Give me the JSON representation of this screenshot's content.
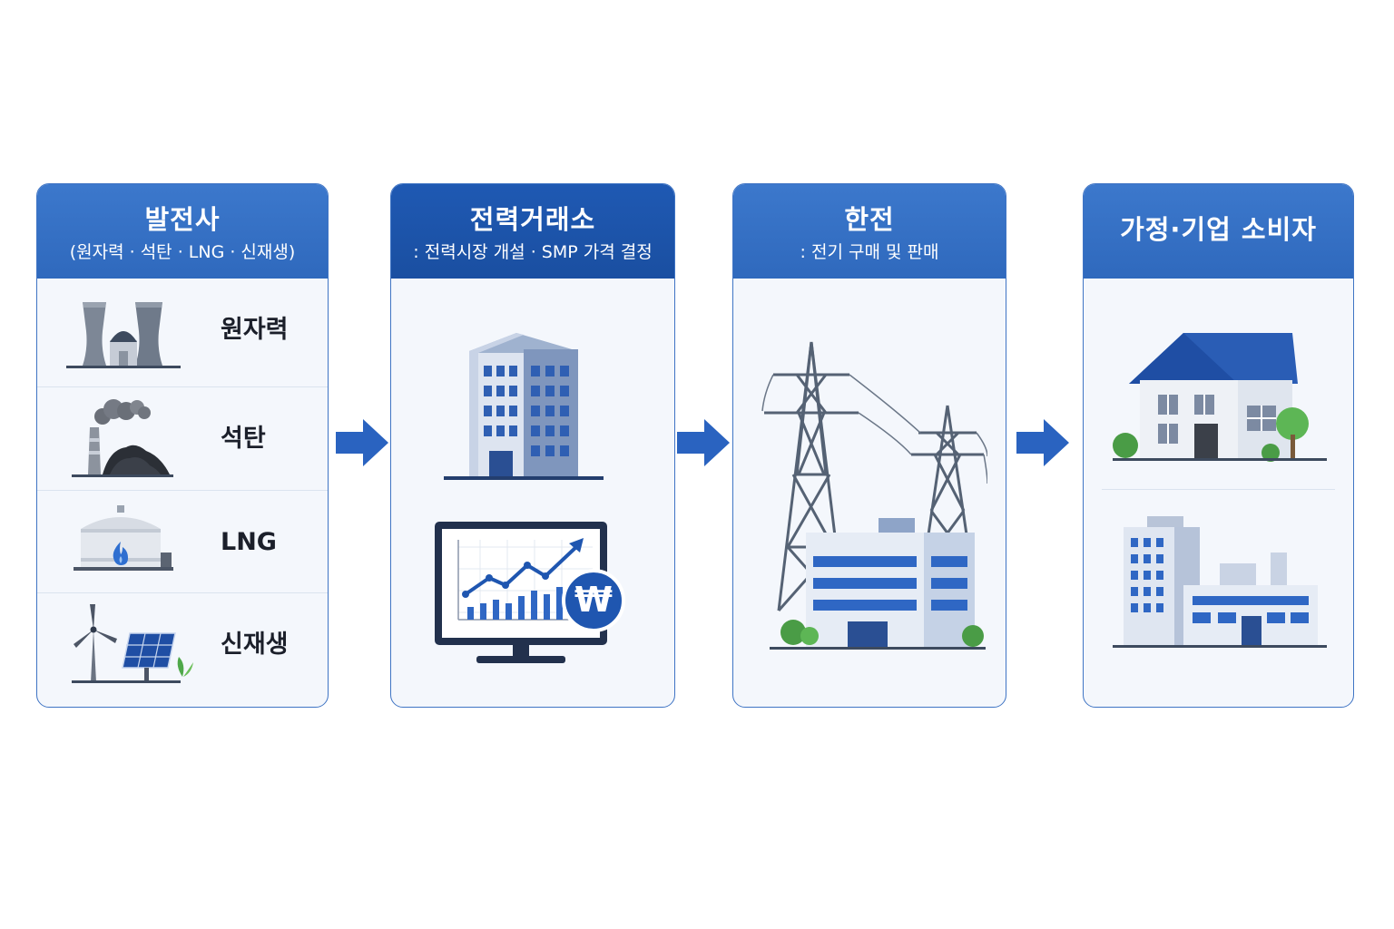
{
  "stages": [
    {
      "title": "발전사",
      "subtitle": "(원자력 · 석탄 · LNG · 신재생)",
      "sources": [
        "원자력",
        "석탄",
        "LNG",
        "신재생"
      ]
    },
    {
      "title": "전력거래소",
      "subtitle": ": 전력시장 개설 · SMP 가격 결정",
      "currency_symbol": "₩"
    },
    {
      "title": "한전",
      "subtitle": ": 전기 구매 및 판매"
    },
    {
      "title": "가정·기업 소비자"
    }
  ],
  "colors": {
    "header_blue": "#3c78cc",
    "header_dark_blue": "#1f59b3",
    "arrow_blue": "#2a63c0",
    "card_background": "#f4f7fc"
  },
  "icons": [
    "nuclear-plant-icon",
    "coal-plant-icon",
    "lng-tank-icon",
    "renewable-icon",
    "office-building-icon",
    "price-chart-monitor-icon",
    "won-coin-icon",
    "transmission-tower-icon",
    "kepco-building-icon",
    "house-icon",
    "factory-icon",
    "arrow-right-icon"
  ]
}
